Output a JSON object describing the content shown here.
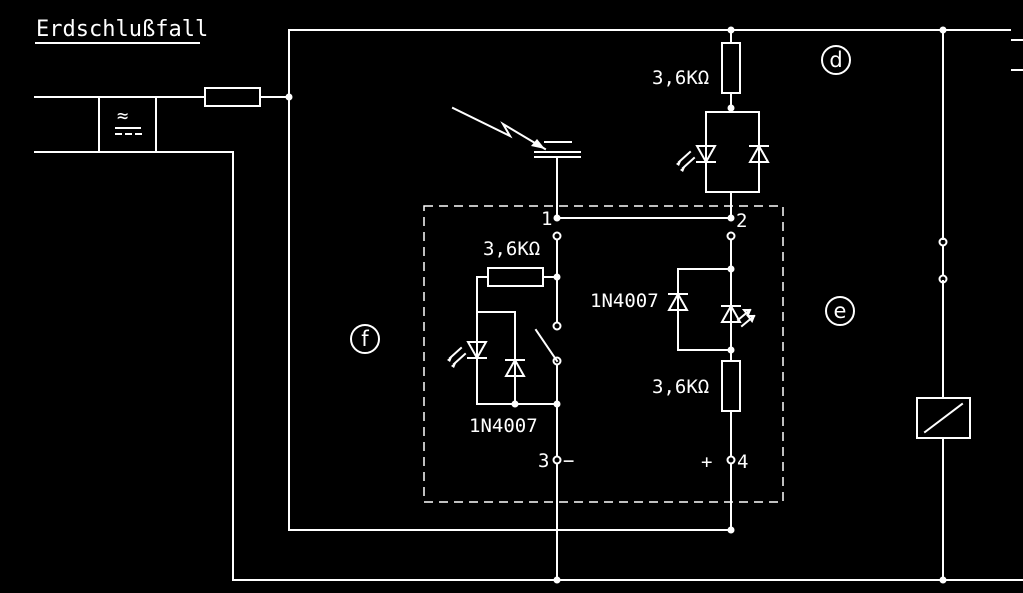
{
  "title": "Erdschlußfall",
  "labels": {
    "r_top": "3,6KΩ",
    "r_left": "3,6KΩ",
    "r_right": "3,6KΩ",
    "diode_right": "1N4007",
    "diode_left": "1N4007",
    "terminal_1": "1",
    "terminal_2": "2",
    "terminal_3": "3",
    "terminal_4": "4",
    "minus": "−",
    "plus": "+",
    "circle_d": "d",
    "circle_e": "e",
    "circle_f": "f",
    "supply_symbol": "≈"
  },
  "colors": {
    "background": "#000000",
    "lines": "#ffffff"
  },
  "icons": {
    "fuse": "fuse-icon",
    "supply": "ac-dc-converter-icon",
    "relay": "relay-coil-icon",
    "led": "led-icon",
    "diode": "diode-icon",
    "resistor": "resistor-icon",
    "lightning": "lightning-arrow-icon"
  }
}
